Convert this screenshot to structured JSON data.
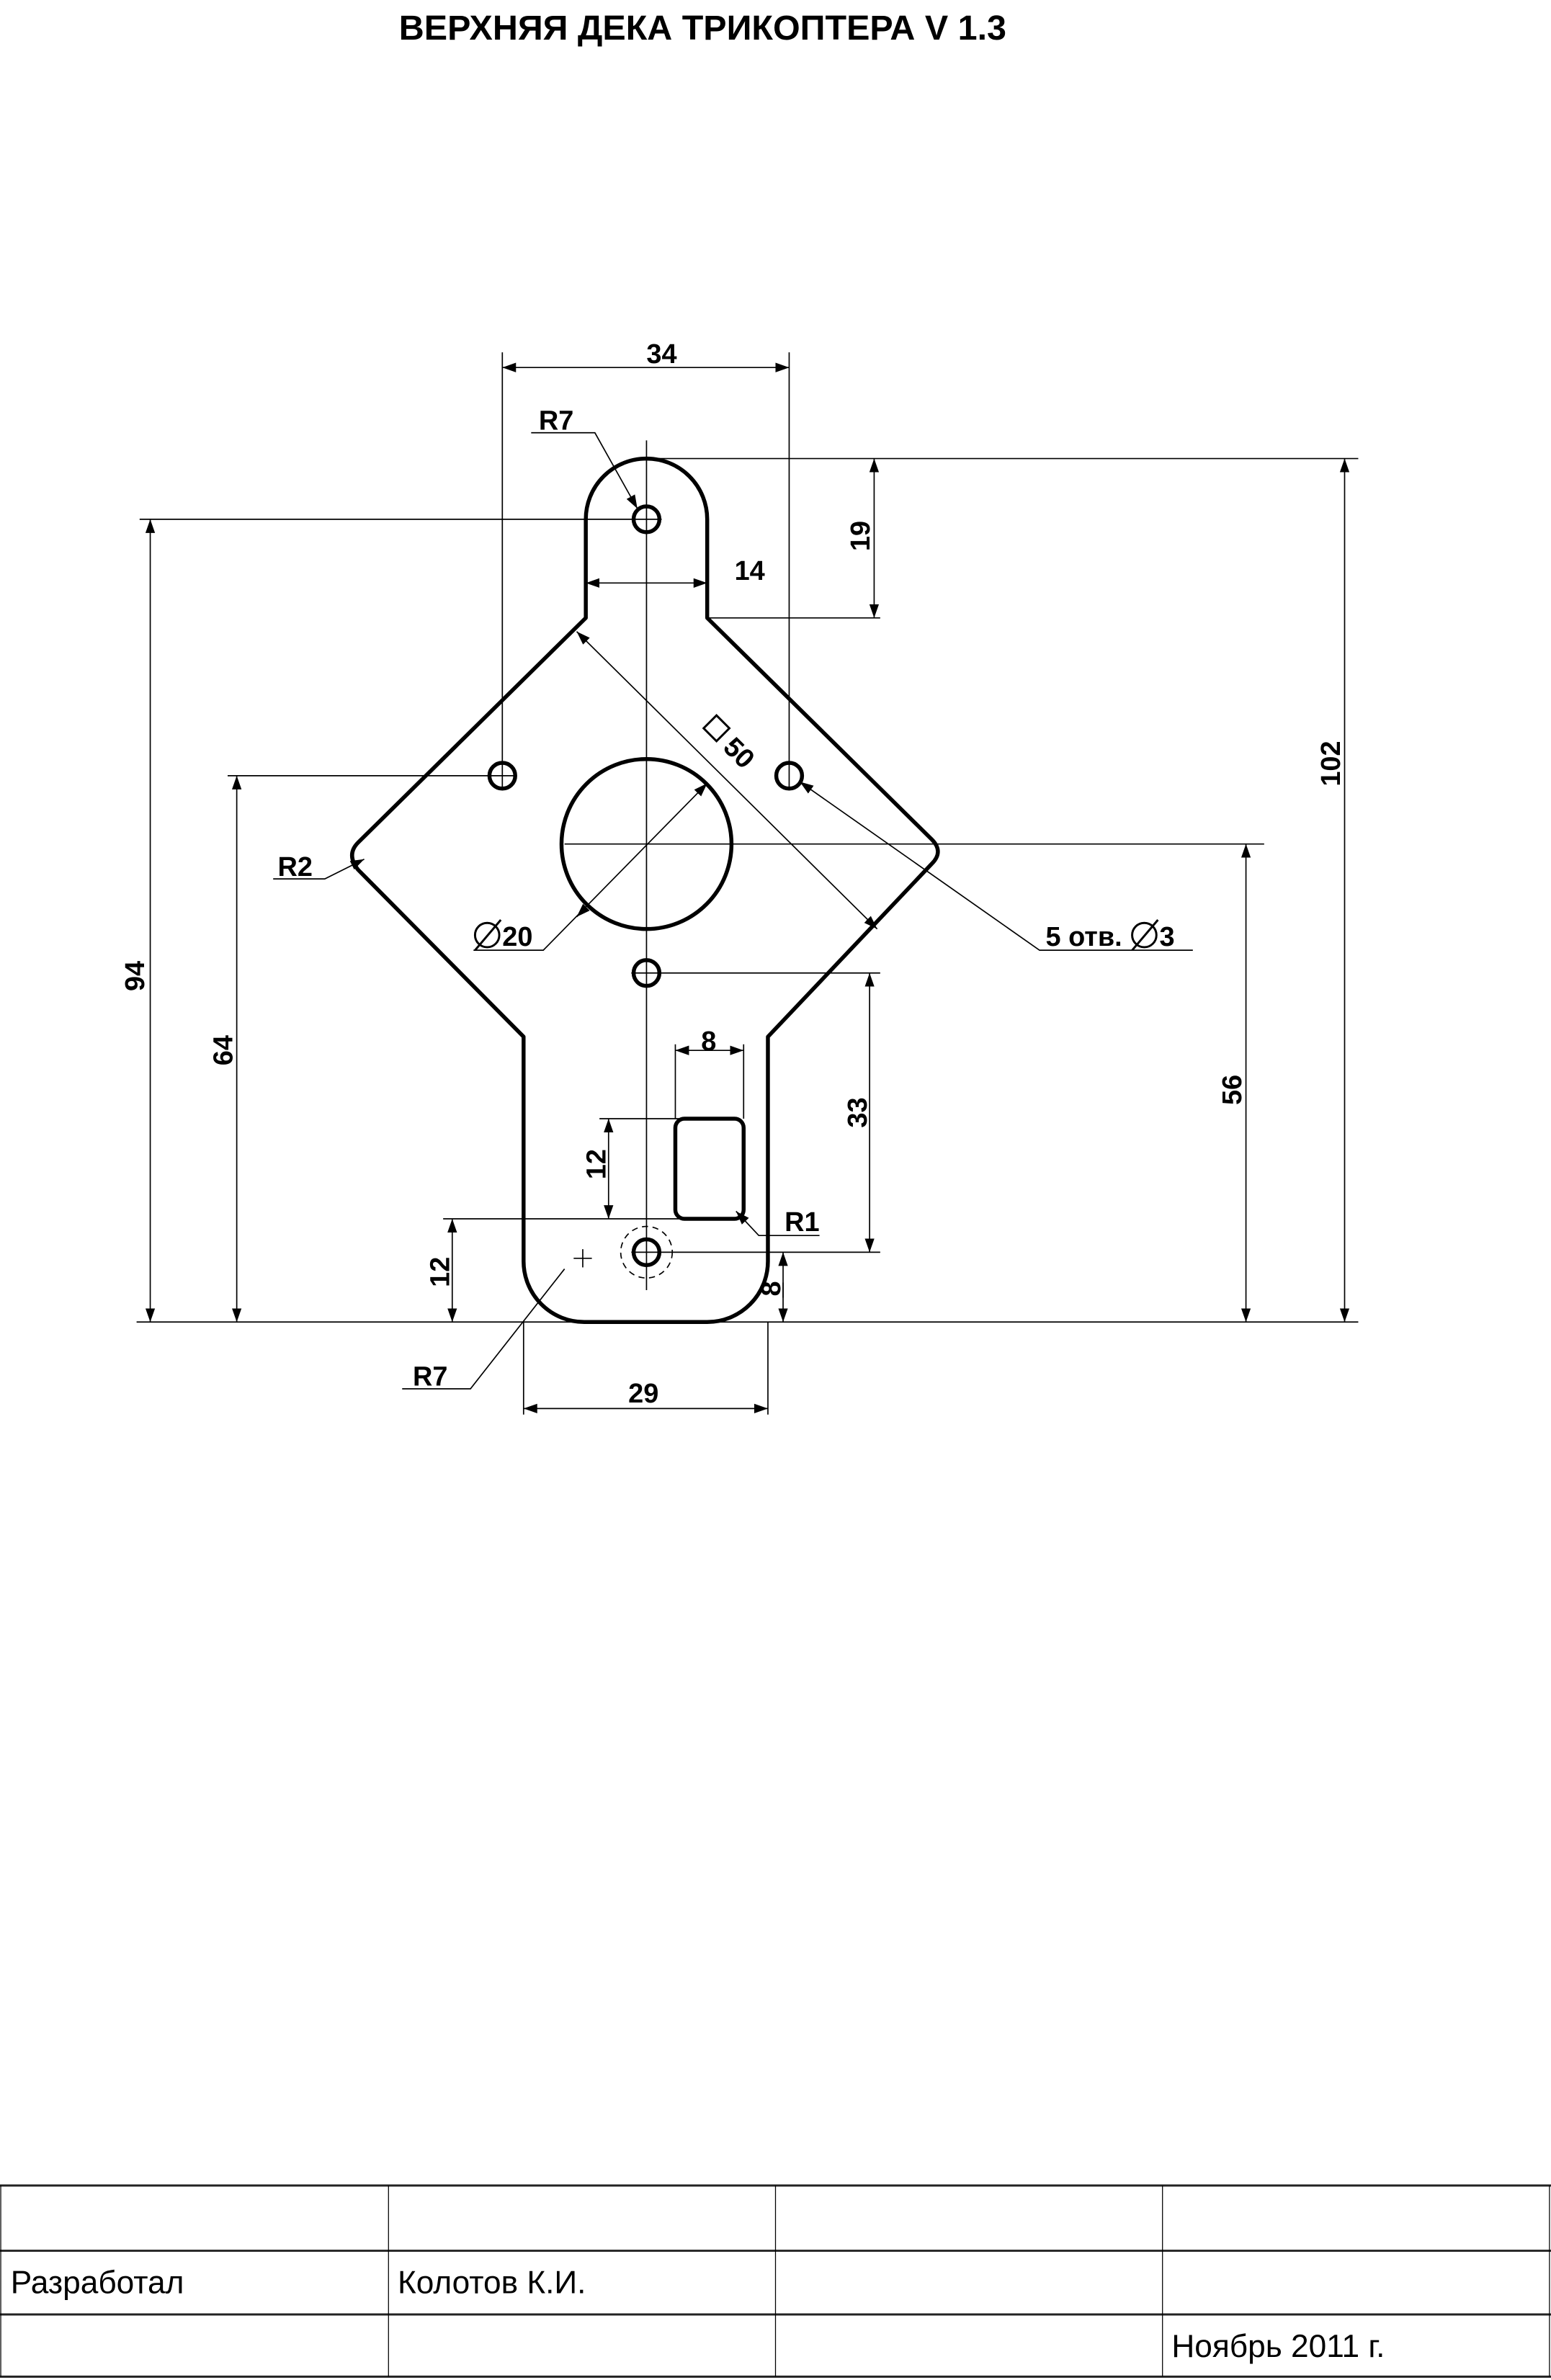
{
  "title": "ВЕРХНЯЯ ДЕКА ТРИКОПТЕРА V 1.3",
  "dimensions": {
    "width_holes": "34",
    "neck_width": "14",
    "tab_height": "19",
    "total_height": "102",
    "hole_top_height": "94",
    "side_holes_height": "64",
    "center_height": "56",
    "hole_spacing": "33",
    "slot_height": "12",
    "slot_width": "8",
    "slot_offset": "12",
    "bottom_hole_offset": "8",
    "stem_width": "29",
    "square": "50",
    "center_hole": "20",
    "holes_note": "5 отв.",
    "holes_diameter": "3",
    "radius_top": "R7",
    "radius_side": "R2",
    "radius_bottom": "R7",
    "radius_slot": "R1"
  },
  "title_block": {
    "role": "Разработал",
    "author": "Колотов К.И.",
    "date": "Ноябрь 2011 г."
  }
}
